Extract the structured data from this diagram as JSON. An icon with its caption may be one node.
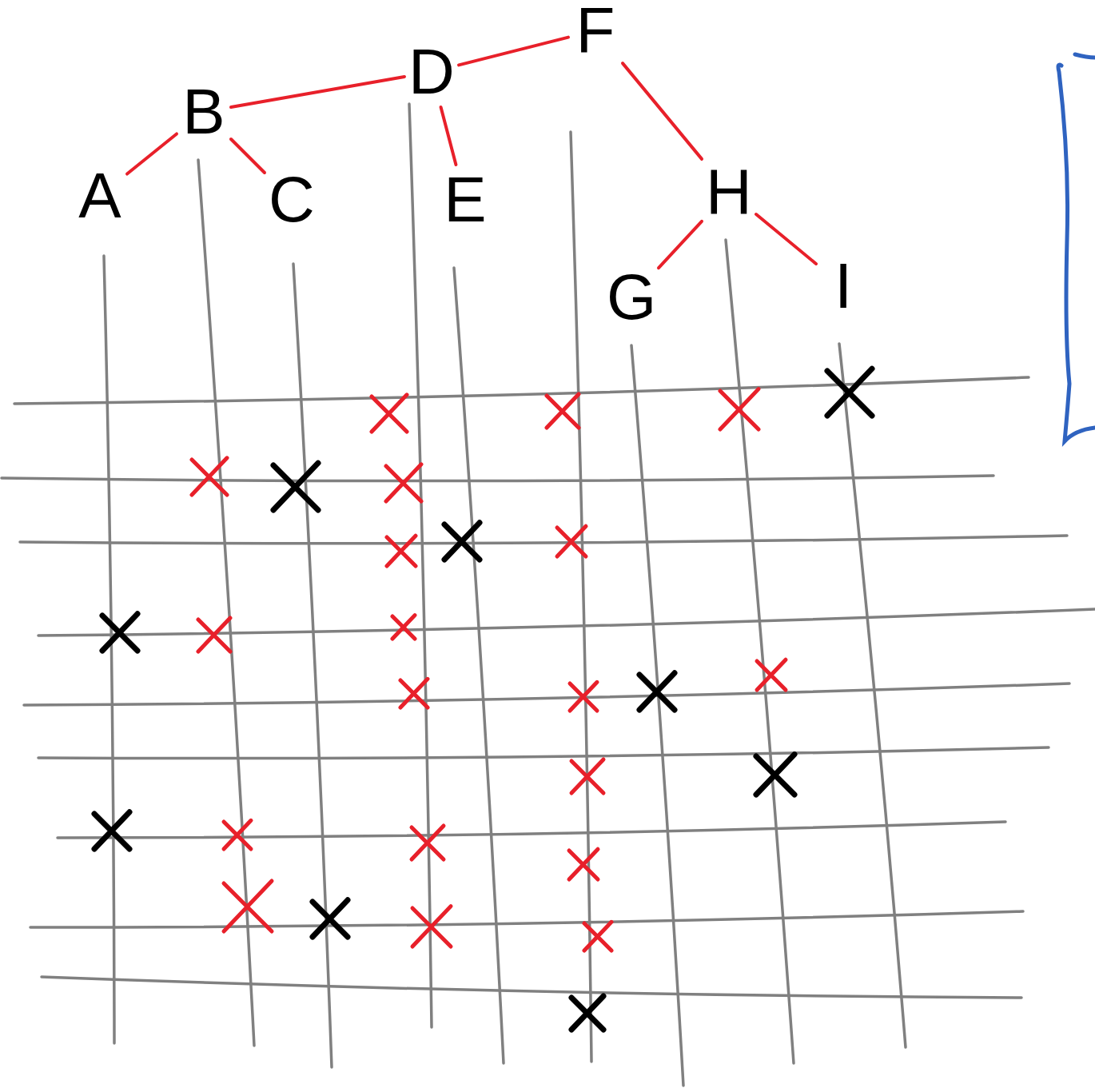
{
  "diagram": {
    "nodes": [
      {
        "text": [
          "F"
        ]
      },
      {
        "text": [
          "D"
        ]
      },
      {
        "text": [
          "B"
        ]
      },
      {
        "text": [
          "A"
        ]
      },
      {
        "text": [
          "C"
        ]
      },
      {
        "text": [
          "E"
        ]
      },
      {
        "text": [
          "H"
        ]
      },
      {
        "text": [
          "G"
        ]
      },
      {
        "text": [
          "I"
        ]
      }
    ],
    "edges": [
      {
        "from": 1,
        "to": 2,
        "arrow": "none"
      },
      {
        "from": 1,
        "to": 0,
        "arrow": "none"
      },
      {
        "from": 2,
        "to": 3,
        "arrow": "none"
      },
      {
        "from": 2,
        "to": 4,
        "arrow": "none"
      },
      {
        "from": 1,
        "to": 5,
        "arrow": "none"
      },
      {
        "from": 0,
        "to": 6,
        "arrow": "none"
      },
      {
        "from": 6,
        "to": 7,
        "arrow": "none"
      },
      {
        "from": 6,
        "to": 8,
        "arrow": "none"
      }
    ]
  }
}
